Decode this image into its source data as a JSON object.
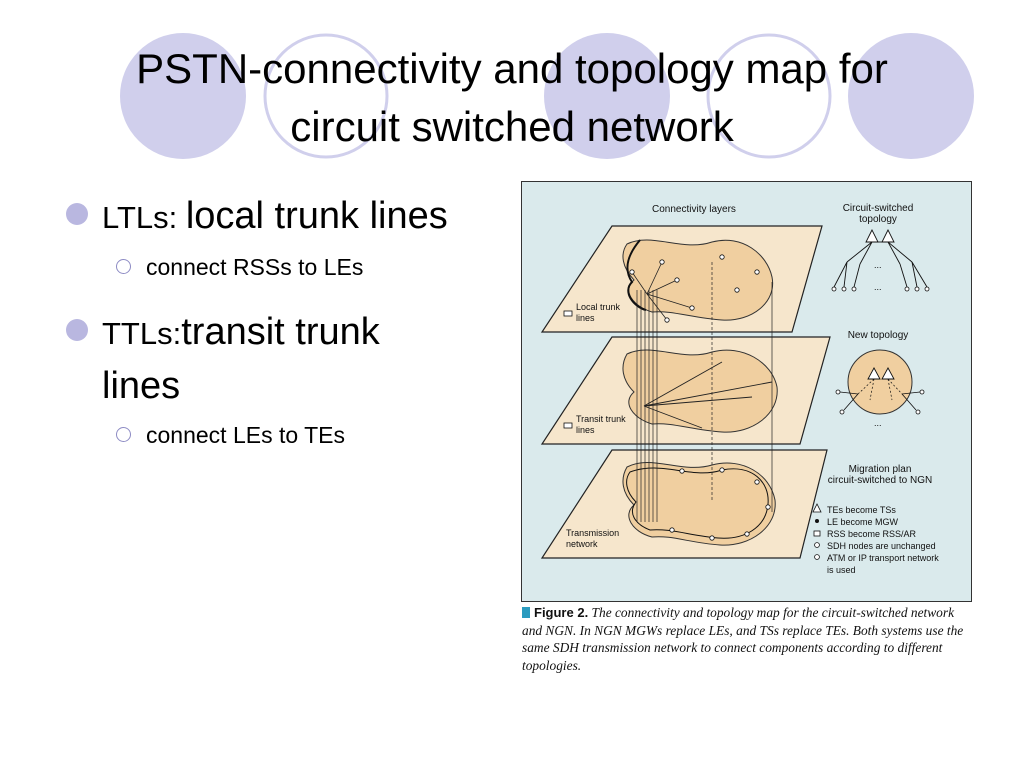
{
  "slide": {
    "title_line1": "PSTN-connectivity and topology map for",
    "title_line2": "circuit switched network",
    "bullets": [
      {
        "prefix": "LTLs: ",
        "text": "local trunk lines",
        "sub": "connect RSSs to LEs"
      },
      {
        "prefix": "TTLs:",
        "text": "transit trunk lines",
        "sub": "connect LEs to TEs"
      }
    ],
    "colors": {
      "decor_circle": "#d0cfec",
      "bullet": "#b9b7e0",
      "figure_bg": "#daeaec",
      "land": "#f4d9b5"
    }
  },
  "figure": {
    "header_layers": "Connectivity layers",
    "header_topology_1": "Circuit-switched",
    "header_topology_2": "topology",
    "layer1_label_1": "Local trunk",
    "layer1_label_2": "lines",
    "layer2_label_1": "Transit trunk",
    "layer2_label_2": "lines",
    "layer3_label_1": "Transmission",
    "layer3_label_2": "network",
    "new_topology": "New topology",
    "migration_1": "Migration plan",
    "migration_2": "circuit-switched to NGN",
    "legend": [
      "TEs become TSs",
      "LE become MGW",
      "RSS become RSS/AR",
      "SDH nodes are unchanged",
      "ATM or IP transport network",
      "is used"
    ],
    "ellipsis": "...",
    "caption_label": "Figure 2.",
    "caption_text": "The connectivity and topology map for the circuit-switched network and NGN. In NGN MGWs replace LEs, and TSs replace TEs. Both systems use the same SDH transmission network to connect components according to different topologies."
  }
}
